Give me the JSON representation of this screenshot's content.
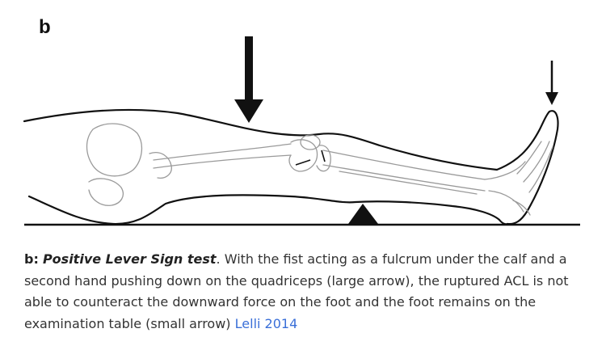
{
  "figure": {
    "panel_label": "b"
  },
  "caption": {
    "label": "b:",
    "title": "Positive Lever Sign test",
    "body": ". With the fist acting as a fulcrum under the calf and a second hand pushing down on the quadriceps (large arrow), the ruptured ACL is not able to counteract the downward force on the foot and the foot remains on the examination table (small arrow)",
    "link_text": "Lelli 2014",
    "link_color": "#3a6fd8"
  }
}
